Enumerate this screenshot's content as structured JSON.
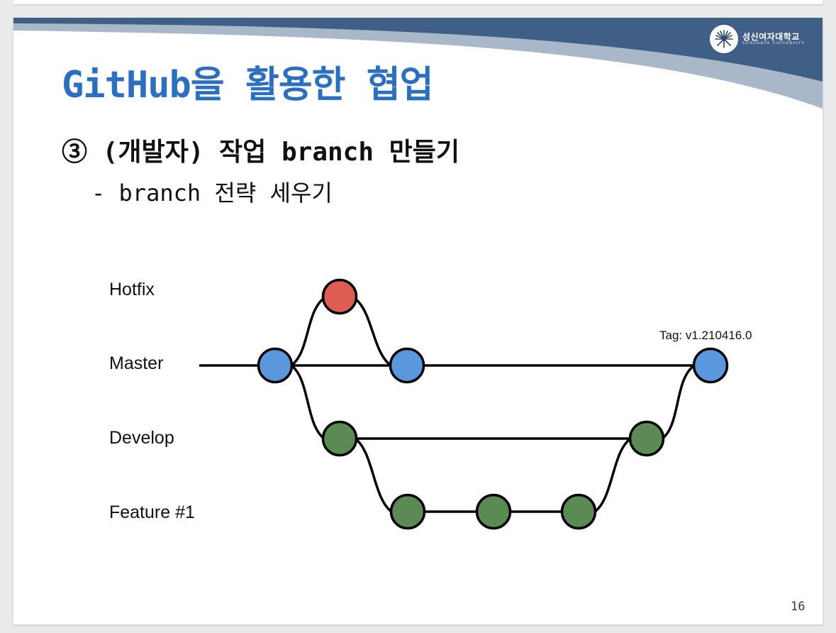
{
  "slide": {
    "logo": {
      "name": "성신여자대학교",
      "subname": "SUNGSHIN UNIVERSITY"
    },
    "title": "GitHub을 활용한 협업",
    "heading": "③ (개발자) 작업 branch 만들기",
    "subheading": "- branch 전략 세우기",
    "page_number": "16"
  },
  "diagram": {
    "branches": {
      "hotfix": "Hotfix",
      "master": "Master",
      "develop": "Develop",
      "feature": "Feature #1"
    },
    "tag": "Tag: v1.210416.0",
    "colors": {
      "hotfix": "#dd5d55",
      "master": "#5b97dd",
      "develop": "#5b8a55",
      "line": "#000000",
      "title": "#2d6fbf",
      "header_band": "#3f5f86"
    }
  }
}
